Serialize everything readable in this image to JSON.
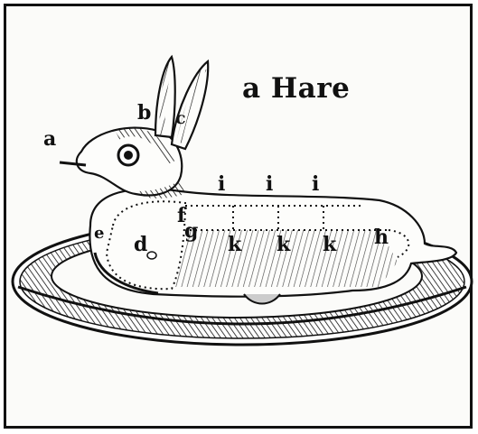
{
  "caption": "a Hare",
  "labels": {
    "a": "a",
    "b": "b",
    "c": "c",
    "d": "d",
    "e": "e",
    "f": "f",
    "g": "g",
    "h": "h",
    "i1": "i",
    "i2": "i",
    "i3": "i",
    "k1": "k",
    "k2": "k",
    "k3": "k"
  },
  "colors": {
    "ink": "#111111",
    "paper": "#fbfbf9"
  }
}
